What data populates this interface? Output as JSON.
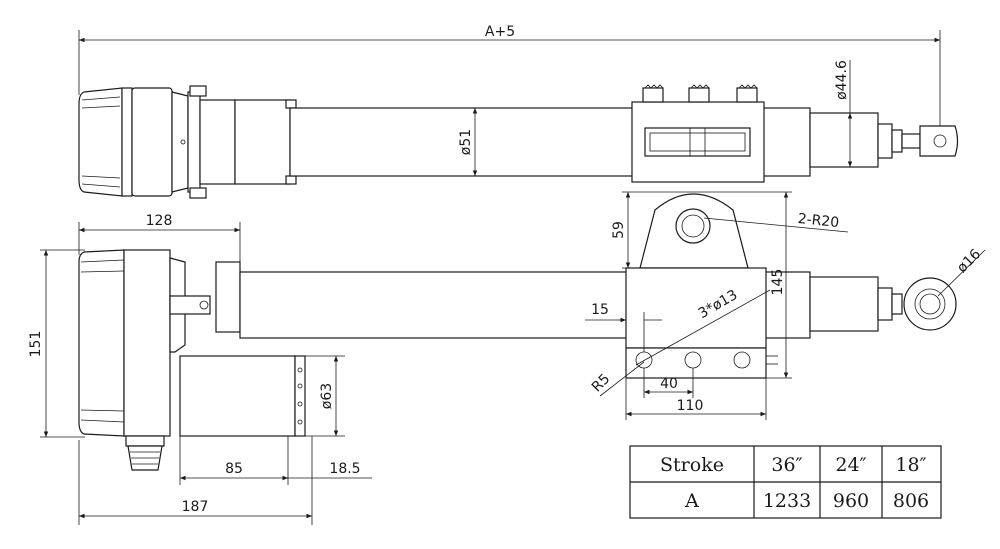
{
  "dimensions": {
    "overall_length": "A+5",
    "rod_diameter": "ø44.6",
    "tube_diameter": "ø51",
    "motor_width": "128",
    "motor_height": "151",
    "bracket_height": "59",
    "bracket_radius": "2-R20",
    "eye_diameter": "ø16",
    "mount_height": "145",
    "hole_offset": "15",
    "holes": "3*ø13",
    "corner_radius": "R5",
    "hole_spacing": "40",
    "plate_width": "110",
    "motor_diameter": "ø63",
    "motor_length": "85",
    "motor_offset": "18.5",
    "total_width": "187"
  },
  "table": {
    "headers": [
      "Stroke",
      "36″",
      "24″",
      "18″"
    ],
    "row": [
      "A",
      "1233",
      "960",
      "806"
    ]
  }
}
